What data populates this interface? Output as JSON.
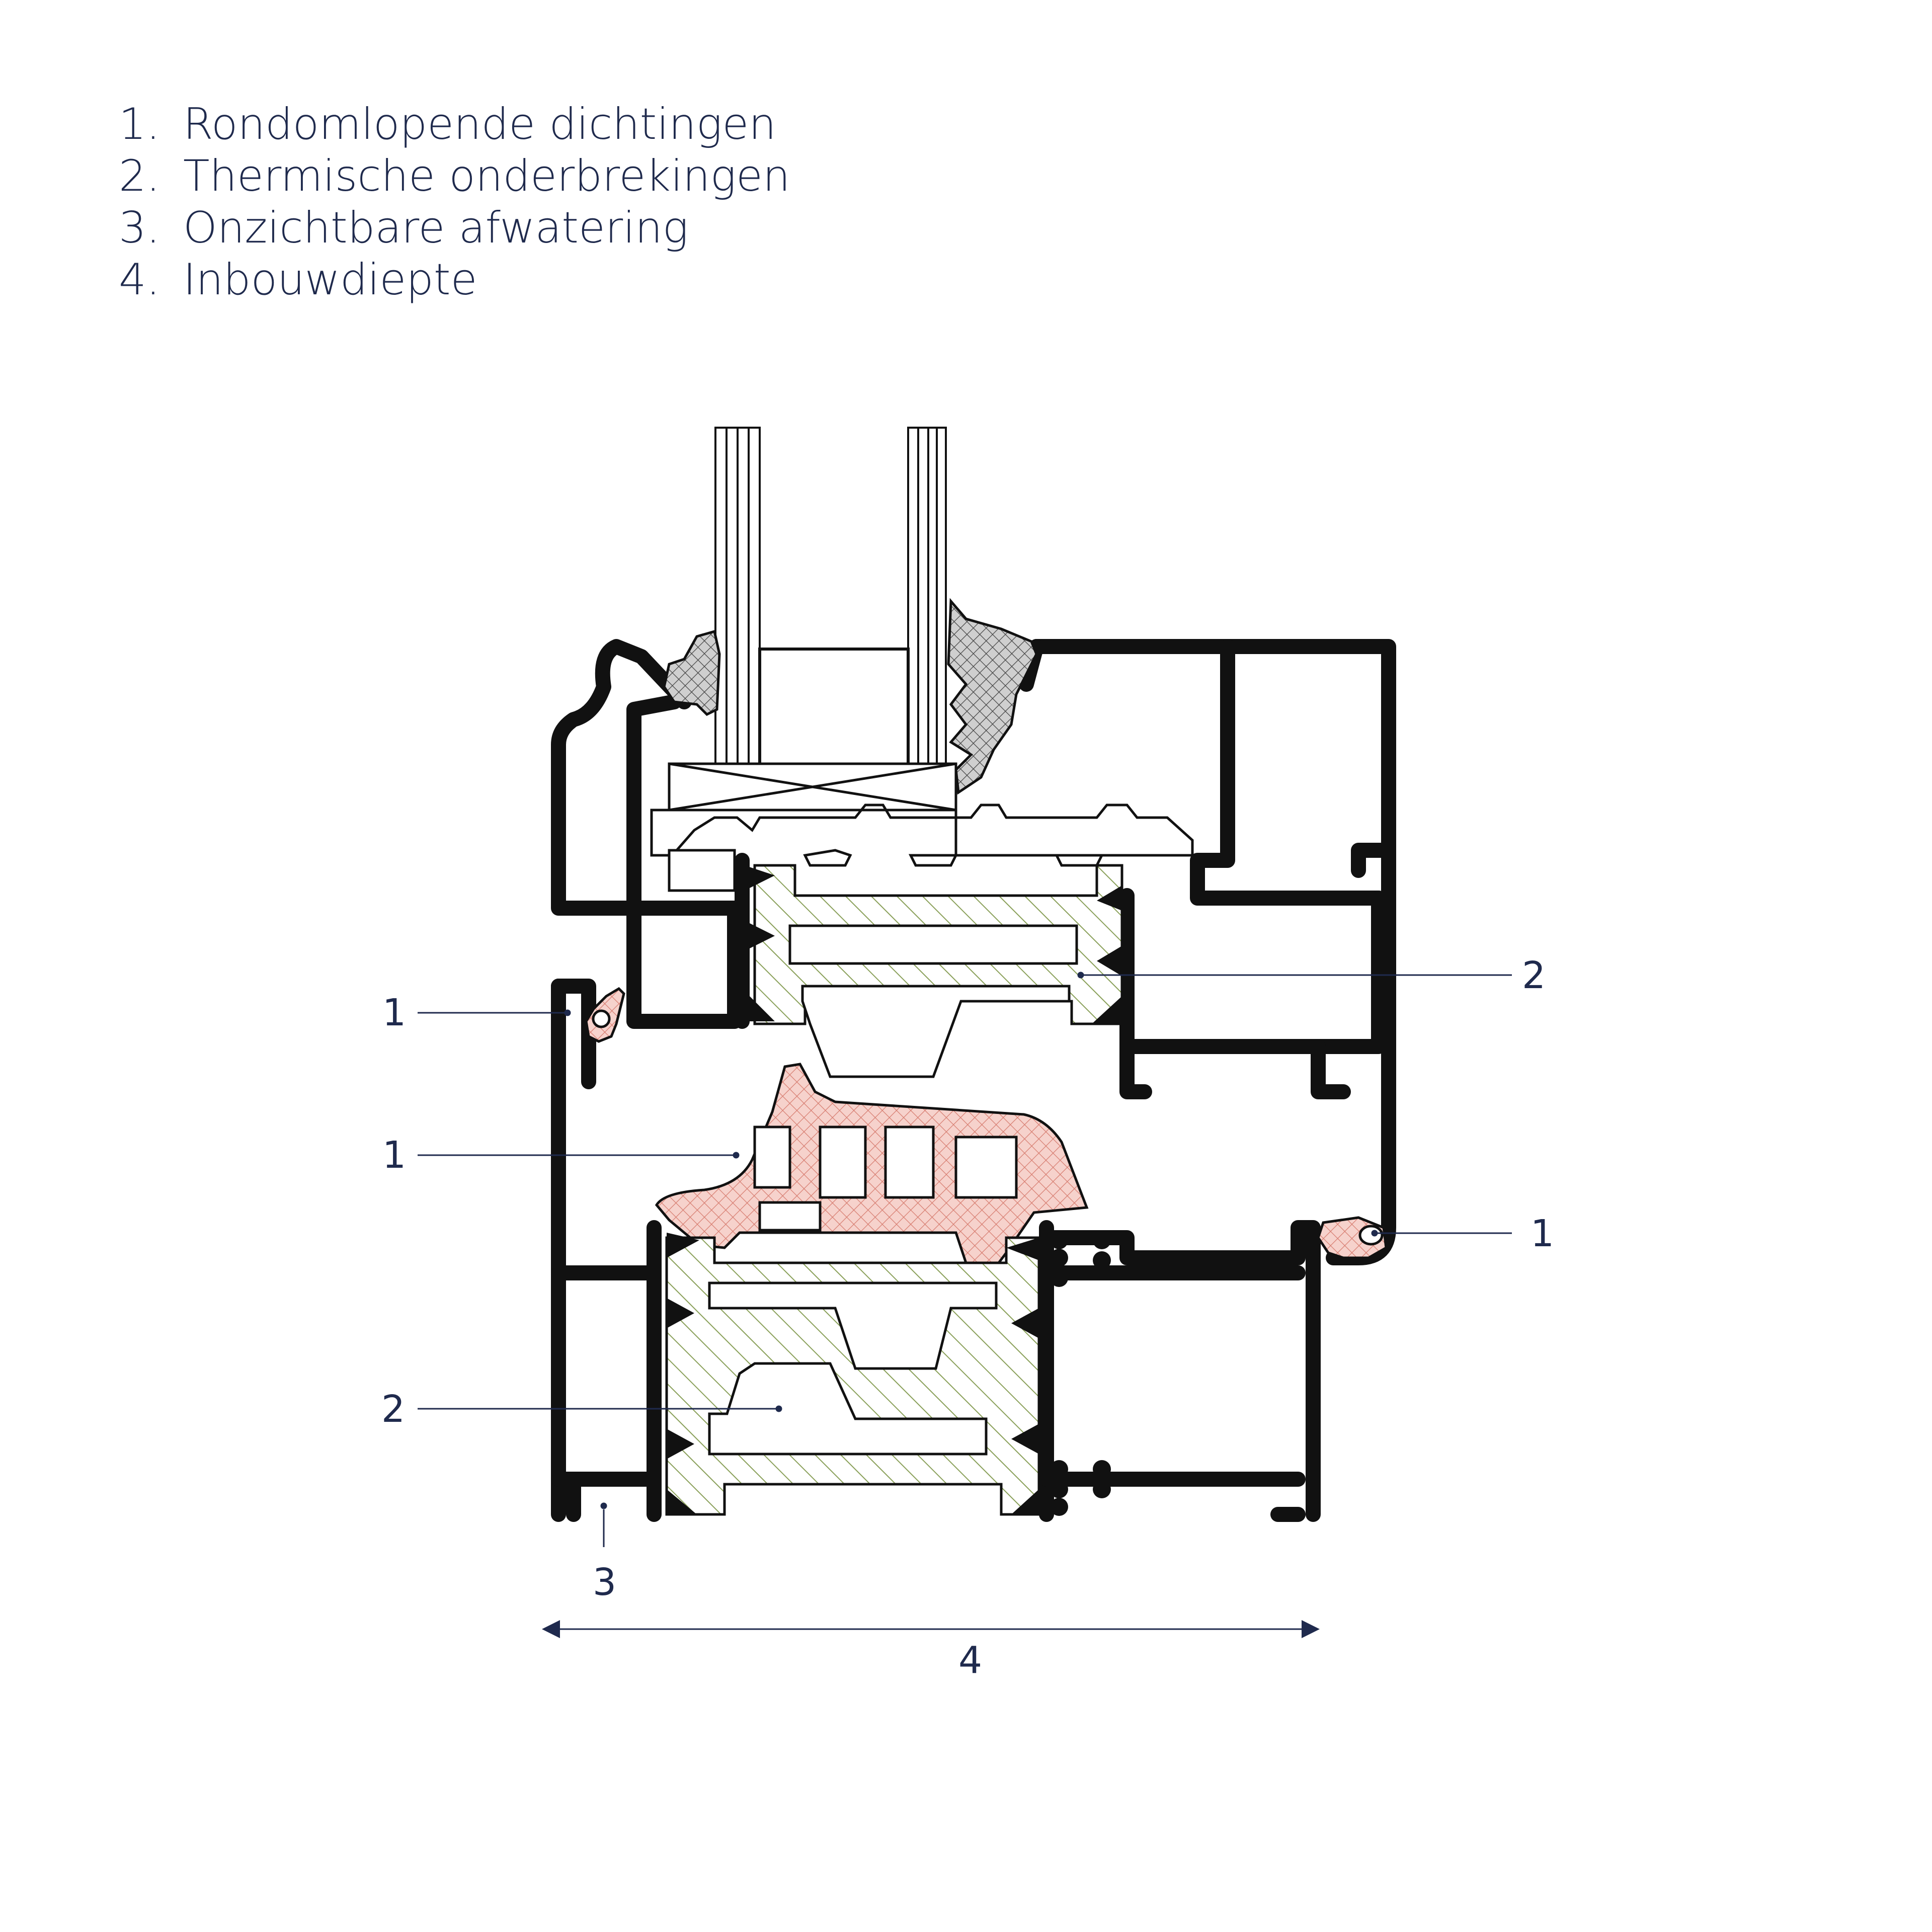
{
  "legend": [
    {
      "num": "1.",
      "text": "Rondomlopende dichtingen"
    },
    {
      "num": "2.",
      "text": "Thermische onderbrekingen"
    },
    {
      "num": "3.",
      "text": "Onzichtbare afwatering"
    },
    {
      "num": "4.",
      "text": "Inbouwdiepte"
    }
  ],
  "callouts": {
    "gasket_left": "1",
    "gasket_mid": "1",
    "gasket_right": "1",
    "break_right": "2",
    "break_left": "2",
    "drain": "3",
    "depth": "4"
  },
  "colors": {
    "text": "#1f2a4d",
    "profile": "#111111",
    "thermal_break": "#8aa05a",
    "gasket_red": "#e8a9a0"
  }
}
